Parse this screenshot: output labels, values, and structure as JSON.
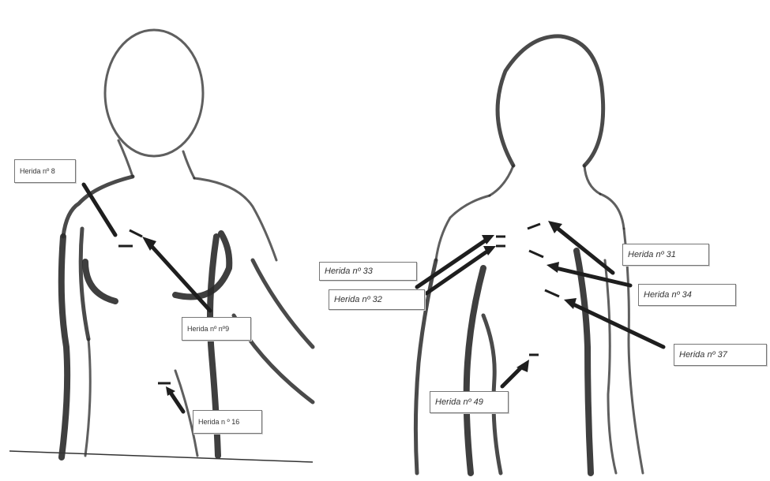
{
  "labels": {
    "left": {
      "wound_8": "Herida nº 8",
      "wound_9": "Herida nº nº9",
      "wound_16": "Herida n º 16"
    },
    "right": {
      "wound_33": "Herida nº 33",
      "wound_32": "Herida nº 32",
      "wound_31": "Herida nº 31",
      "wound_34": "Herida nº 34",
      "wound_37": "Herida nº 37",
      "wound_49": "Herida nº 49"
    }
  }
}
